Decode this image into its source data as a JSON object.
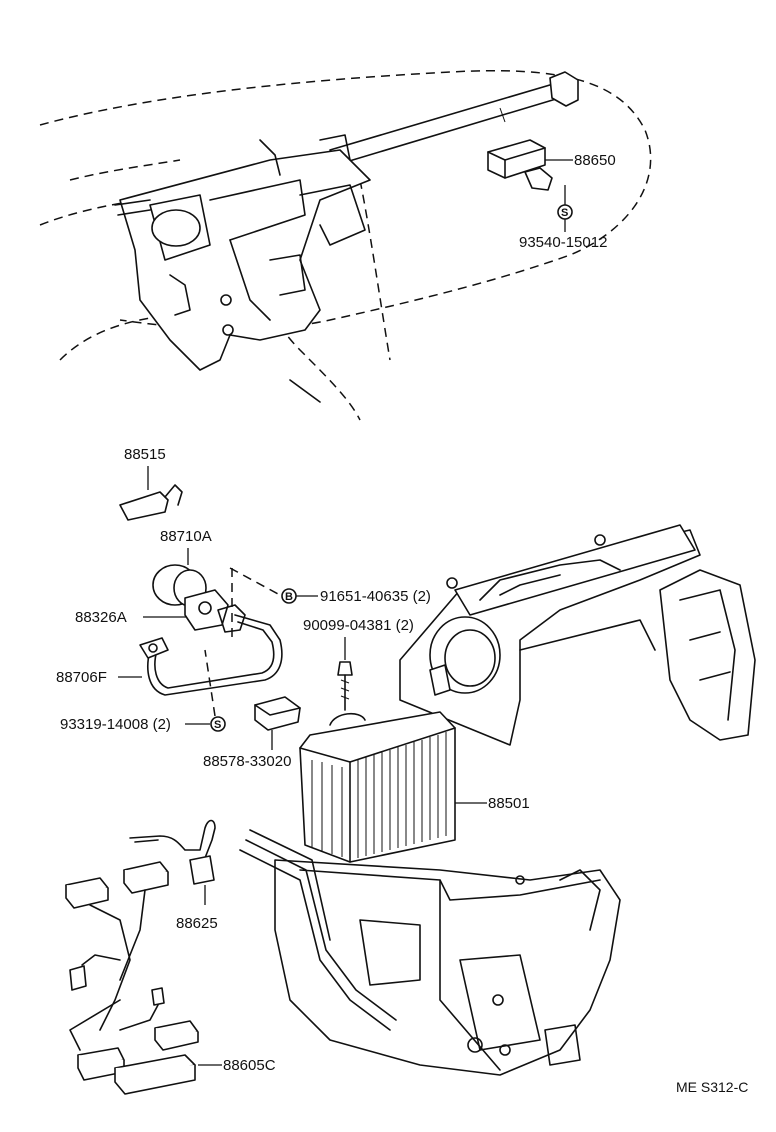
{
  "labels": {
    "p88650": "88650",
    "p93540": "93540-15012",
    "p88515": "88515",
    "p88710A": "88710A",
    "p91651": "91651-40635 (2)",
    "p88326A": "88326A",
    "p90099": "90099-04381 (2)",
    "p88706F": "88706F",
    "p93319": "93319-14008 (2)",
    "p88578": "88578-33020",
    "p88501": "88501",
    "p88625": "88625",
    "p88605C": "88605C"
  },
  "symbols": {
    "s_mark": "S",
    "b_mark": "B"
  },
  "reference": "ME S312-C"
}
